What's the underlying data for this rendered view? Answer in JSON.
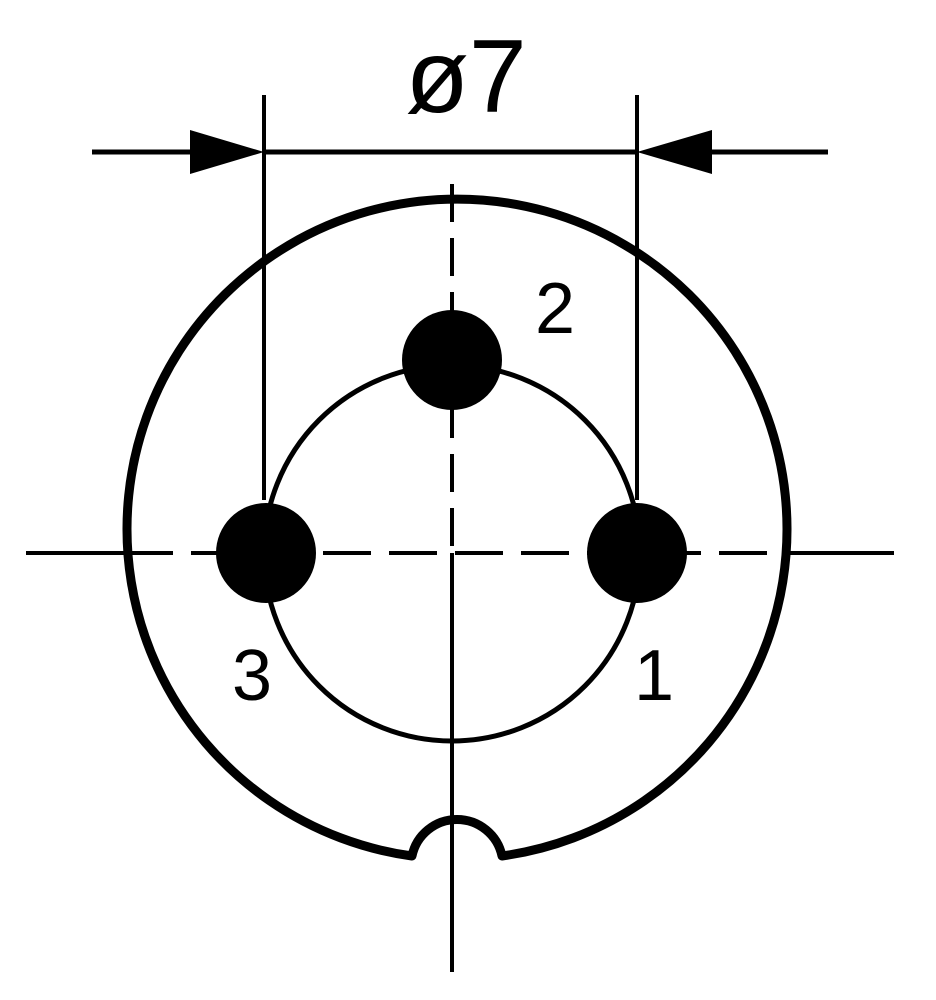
{
  "dimension": {
    "label": "ø7",
    "symbol": "ø",
    "value": "7"
  },
  "pins": [
    {
      "label": "1"
    },
    {
      "label": "2"
    },
    {
      "label": "3"
    }
  ],
  "colors": {
    "ink": "#000000",
    "background": "#ffffff"
  }
}
